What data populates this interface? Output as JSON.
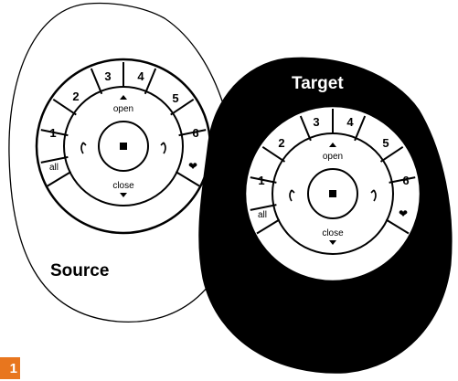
{
  "labels": {
    "source": "Source",
    "target": "Target",
    "step_number": "1"
  },
  "remote": {
    "ring_buttons": [
      "1",
      "2",
      "3",
      "4",
      "5",
      "6",
      "all",
      "❤"
    ],
    "open_label": "open",
    "close_label": "close"
  },
  "colors": {
    "source_fill": "#ffffff",
    "target_fill": "#000000",
    "badge": "#e8761e"
  }
}
